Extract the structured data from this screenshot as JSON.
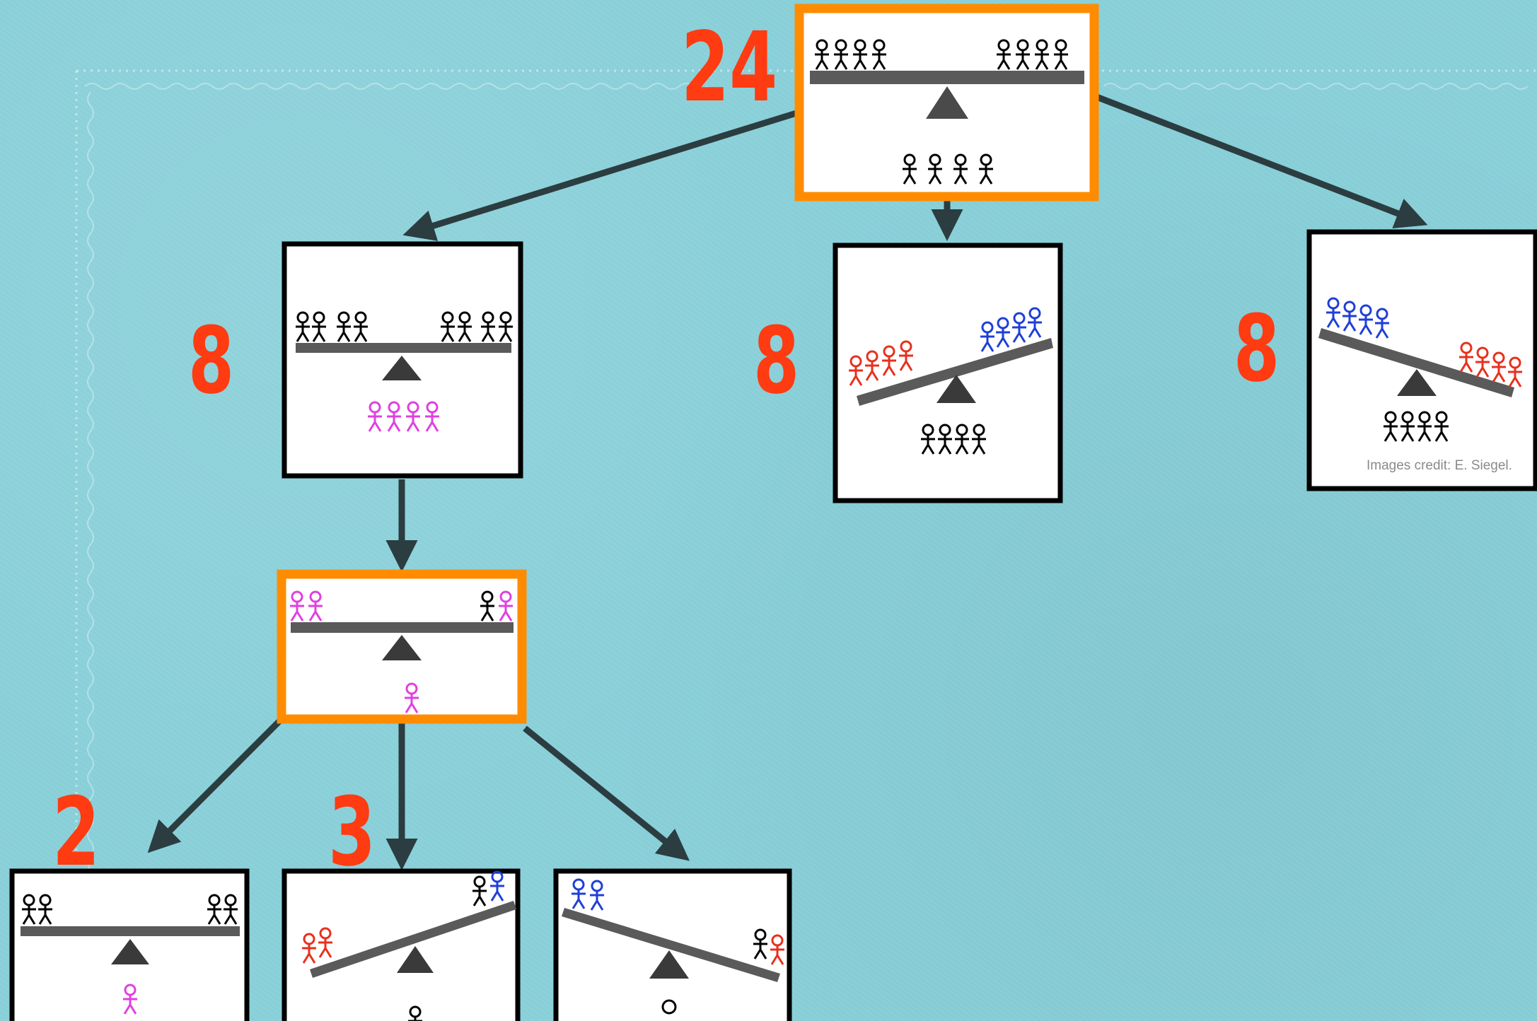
{
  "colors": {
    "background": "#88cfd8",
    "highlight_border": "#ff8c00",
    "number": "#ff3b12",
    "arrow": "#2b3d40",
    "beam": "#5a5a5a",
    "black_person": "#000000",
    "pink_person": "#e040e0",
    "red_person": "#e8301c",
    "blue_person": "#1f3fd6"
  },
  "labels": {
    "root_count": "24",
    "level1_left_count": "8",
    "level1_middle_count": "8",
    "level1_right_count": "8",
    "level2_left_count": "2",
    "level2_middle_count": "3"
  },
  "credit": "Images credit: E. Siegel."
}
